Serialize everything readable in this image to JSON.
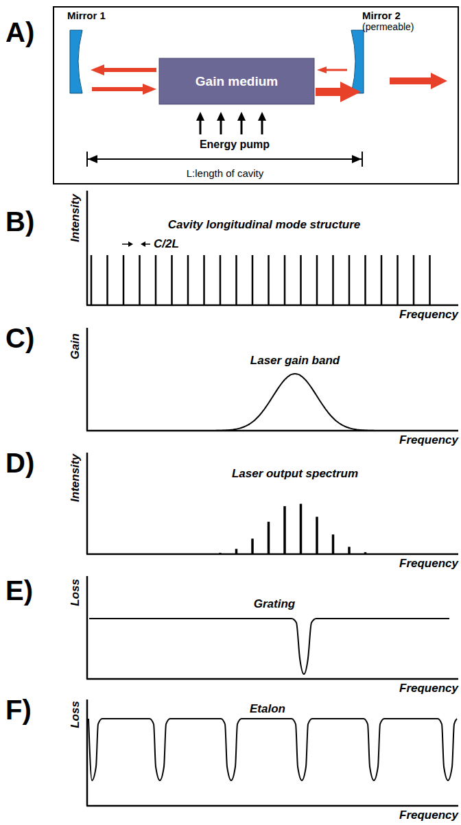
{
  "diagram": {
    "nodes": [
      {
        "text": [
          "Gain medium"
        ]
      }
    ],
    "labels": [
      "A)",
      "Mirror 1",
      "Mirror 2",
      "(permeable)",
      "Energy pump",
      "L:length of cavity",
      "B)",
      "Intensity",
      "Cavity longitudinal mode structure",
      "C/2L",
      "Frequency",
      "C)",
      "Gain",
      "Laser gain band",
      "Frequency",
      "D)",
      "Intensity",
      "Laser output spectrum",
      "Frequency",
      "E)",
      "Loss",
      "Grating",
      "Frequency",
      "F)",
      "Loss",
      "Etalon",
      "Frequency"
    ]
  }
}
